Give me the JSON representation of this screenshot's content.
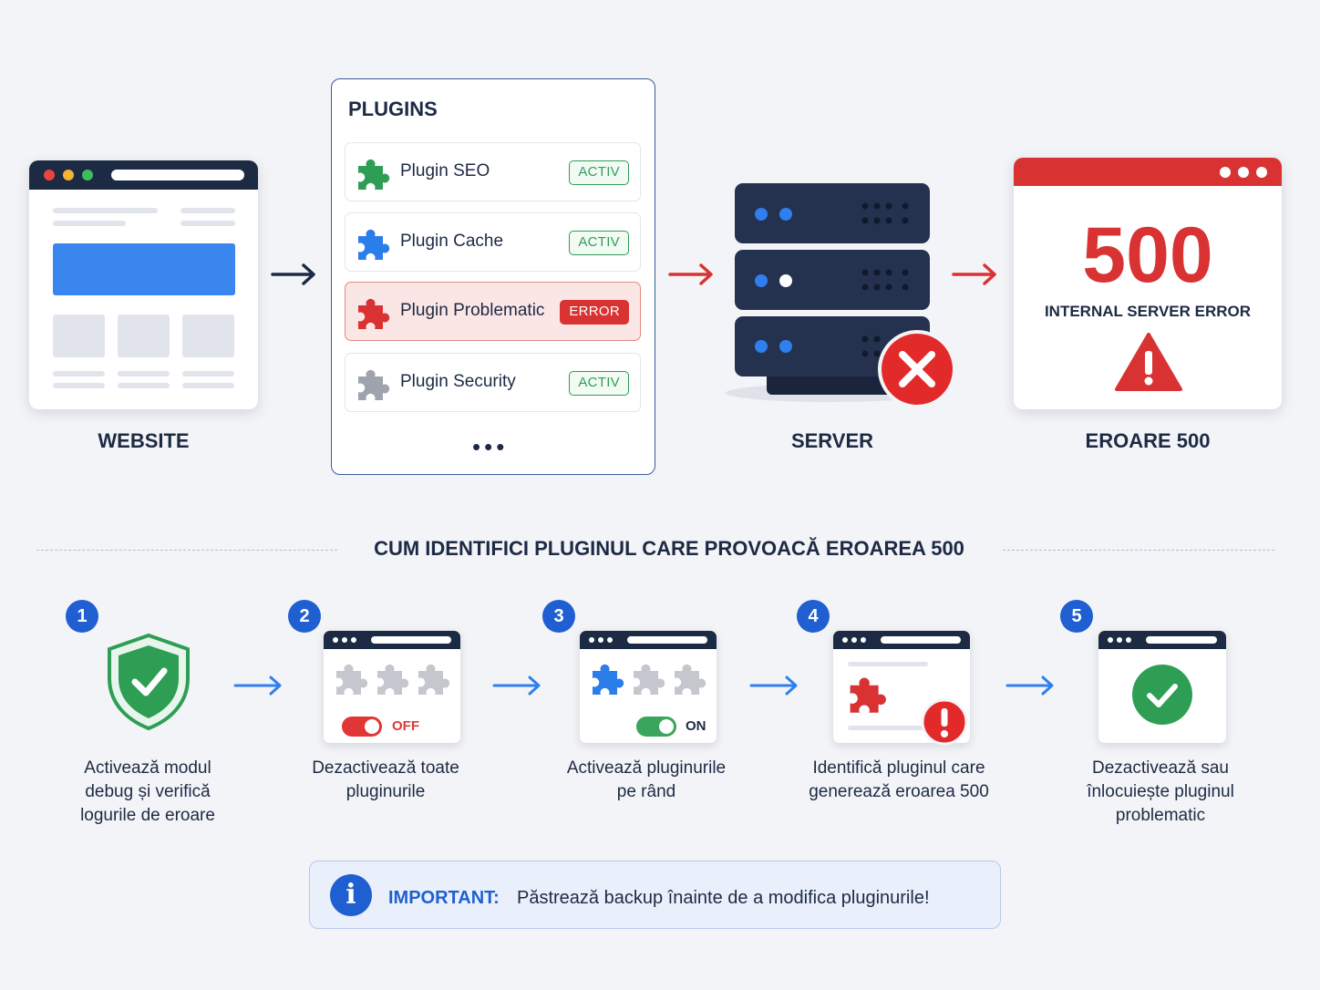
{
  "colors": {
    "navy": "#1d2a44",
    "blue": "#1f5fd1",
    "red": "#d93232",
    "green": "#2f9e55",
    "gray": "#9ea3ae"
  },
  "top": {
    "website_label": "WEBSITE",
    "plugins_title": "PLUGINS",
    "plugins": [
      {
        "name": "Plugin SEO",
        "status": "ACTIV",
        "icon": "puzzle-icon-green"
      },
      {
        "name": "Plugin Cache",
        "status": "ACTIV",
        "icon": "puzzle-icon-blue"
      },
      {
        "name": "Plugin Problematic",
        "status": "ERROR",
        "icon": "puzzle-icon-red"
      },
      {
        "name": "Plugin Security",
        "status": "ACTIV",
        "icon": "puzzle-icon-gray"
      }
    ],
    "plugins_more": "•••",
    "server_label": "SERVER",
    "error_code": "500",
    "error_text": "INTERNAL SERVER ERROR",
    "error_label": "EROARE 500"
  },
  "section_title": "CUM IDENTIFICI PLUGINUL CARE PROVOACĂ EROAREA 500",
  "steps": [
    {
      "num": "1",
      "text": "Activează modul debug și verifică logurile de eroare",
      "lines": [
        "Activează modul",
        "debug și verifică",
        "logurile de eroare"
      ]
    },
    {
      "num": "2",
      "text": "Dezactivează toate pluginurile",
      "lines": [
        "Dezactivează toate",
        "pluginurile"
      ],
      "toggle": "OFF"
    },
    {
      "num": "3",
      "text": "Activează pluginurile pe rând",
      "lines": [
        "Activează pluginurile",
        "pe rând"
      ],
      "toggle": "ON"
    },
    {
      "num": "4",
      "text": "Identifică pluginul care generează eroarea 500",
      "lines": [
        "Identifică pluginul care",
        "generează eroarea 500"
      ]
    },
    {
      "num": "5",
      "text": "Dezactivează sau înlocuiește pluginul problematic",
      "lines": [
        "Dezactivează sau",
        "înlocuiește pluginul",
        "problematic"
      ]
    }
  ],
  "important": {
    "label": "IMPORTANT:",
    "text": "Păstrează backup înainte de a modifica pluginurile!"
  }
}
